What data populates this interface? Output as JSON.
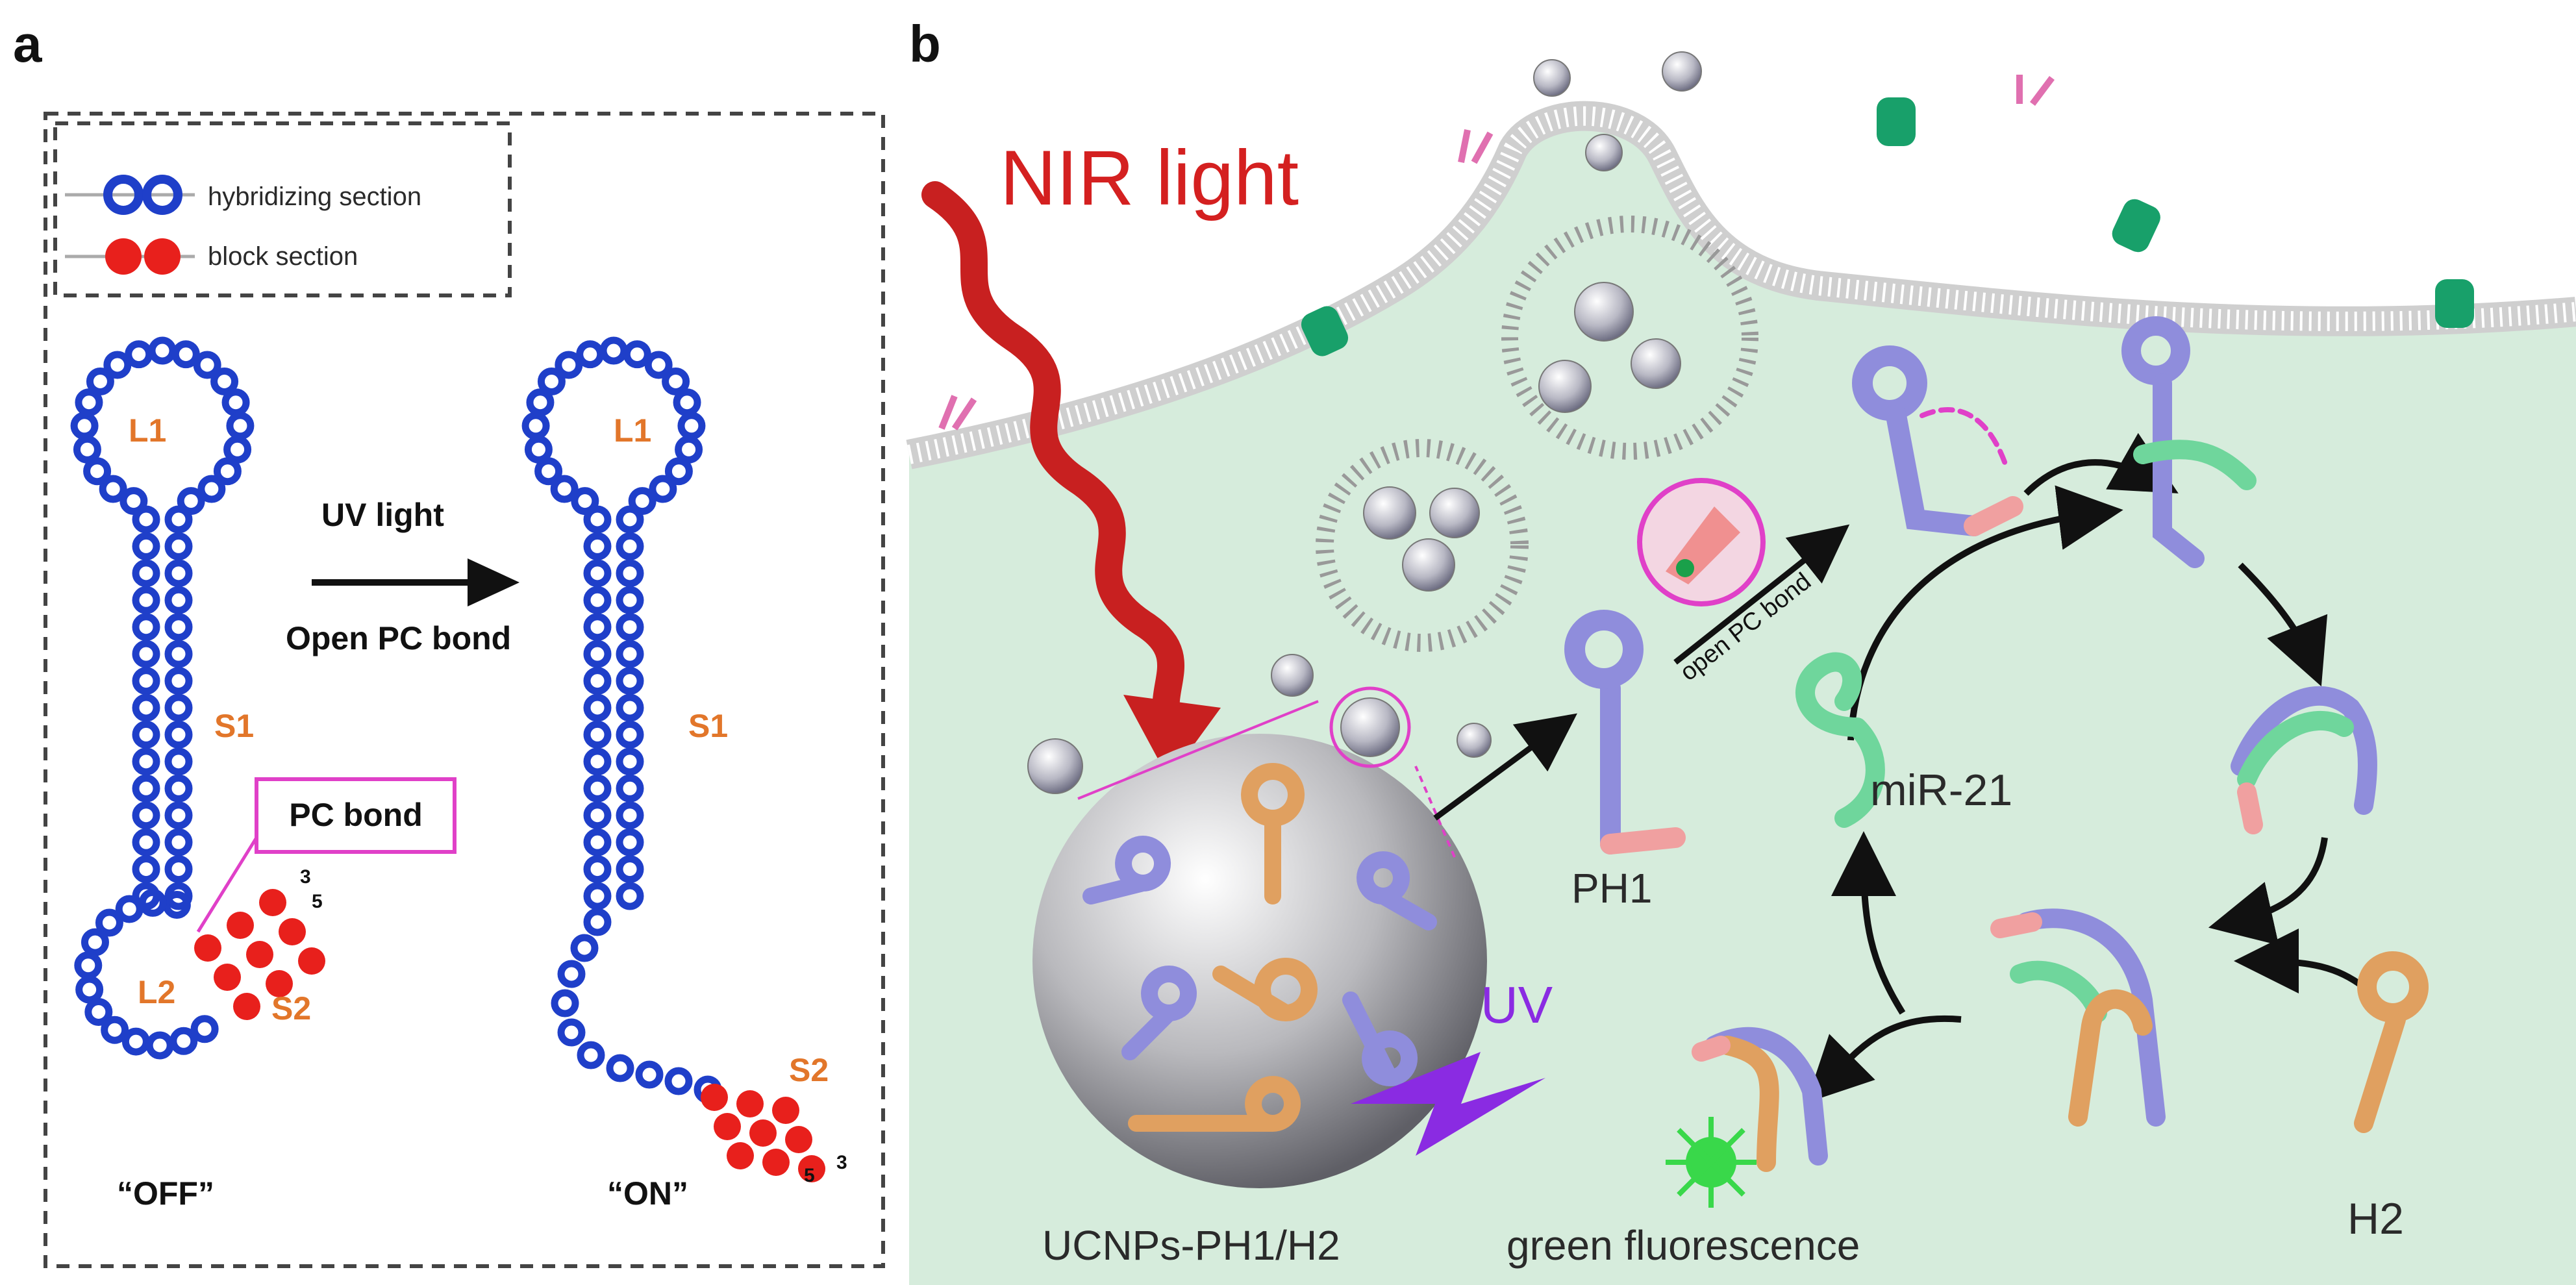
{
  "panel_a": {
    "label": "a",
    "legend": {
      "hybridizing": "hybridizing section",
      "block": "block section"
    },
    "loop1": "L1",
    "loop2": "L2",
    "stem": "S1",
    "stem2": "S2",
    "pc_bond": "PC bond",
    "arrow_top": "UV light",
    "arrow_bottom": "Open PC bond",
    "end3": "3",
    "end5": "5",
    "state_off": "“OFF”",
    "state_on": "“ON”"
  },
  "panel_b": {
    "label": "b",
    "nir": "NIR light",
    "uv": "UV",
    "ucnp": "UCNPs-PH1/H2",
    "ph1": "PH1",
    "open_pc": "open PC bond",
    "mir": "miR-21",
    "h2": "H2",
    "fluor": "green fluorescence"
  },
  "colors": {
    "hybridizing": "#1f3fc9",
    "block": "#e8201c",
    "label_orange": "#e2762a",
    "pc_box": "#e040c8",
    "cell": "#d6ecdc",
    "nir": "#d42020",
    "uv": "#8a2be2",
    "strand_purple": "#8f8ddc",
    "strand_orange": "#e0a060",
    "strand_green": "#6fd69c"
  }
}
